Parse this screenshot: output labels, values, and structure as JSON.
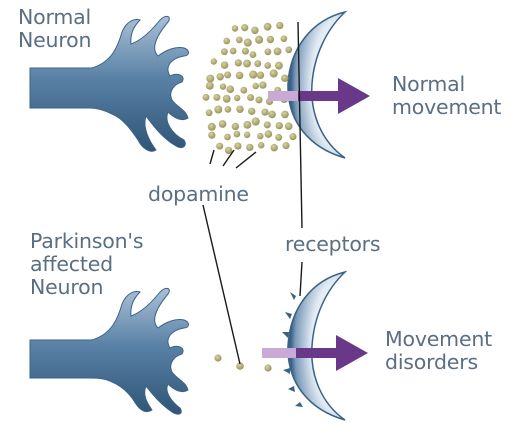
{
  "labels": {
    "normal_neuron": "Normal\nNeuron",
    "normal_movement": "Normal\nmovement",
    "dopamine": "dopamine",
    "parkinsons_neuron": "Parkinson's\naffected\nNeuron",
    "receptors": "receptors",
    "movement_disorders": "Movement\ndisorders"
  },
  "colors": {
    "background": "#ffffff",
    "neuron": "#456e92",
    "neuron_highlight": "#a9c0d6",
    "dopamine_dot": "#aaa66c",
    "arrow": "#6a3888",
    "arrow_tail": "#c9a9d6",
    "label_text": "#5a6f82",
    "pointer_line": "#1a1a1a"
  },
  "icons": {
    "top_arrow": "right-arrow-icon",
    "bottom_arrow": "right-arrow-icon"
  },
  "notes": {
    "top_panel_dopamine_level": "abundant",
    "bottom_panel_dopamine_level": "few"
  }
}
